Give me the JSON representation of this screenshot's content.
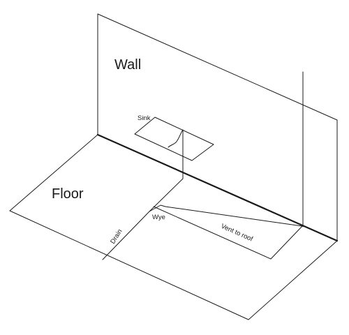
{
  "labels": {
    "wall": "Wall",
    "floor": "Floor",
    "sink": "Sink",
    "wye": "Wye",
    "drain": "Drain",
    "vent": "Vent to roof"
  }
}
